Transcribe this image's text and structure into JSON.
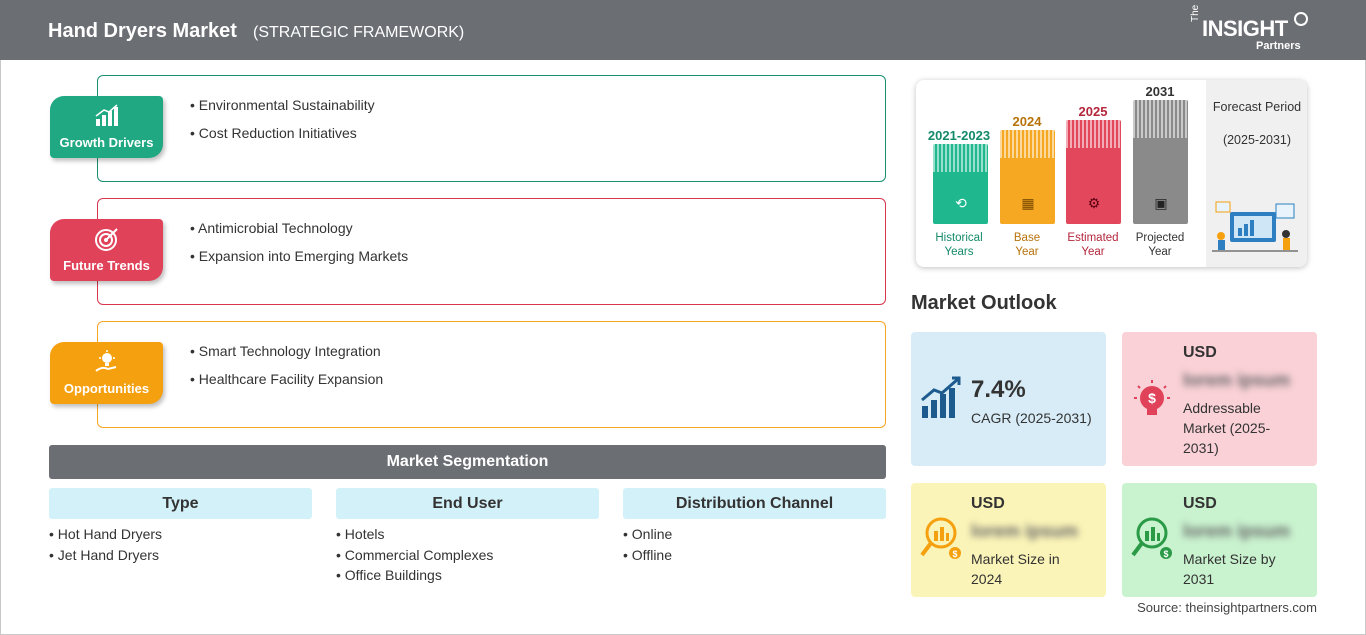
{
  "header": {
    "title": "Hand Dryers Market",
    "subtitle": "(STRATEGIC FRAMEWORK)",
    "logo": {
      "the": "The",
      "insight": "INSIGHT",
      "partners": "Partners"
    }
  },
  "framework": [
    {
      "label": "Growth Drivers",
      "icon": "growth-chart-icon",
      "color": "#1fa882",
      "items": [
        "Environmental Sustainability",
        "Cost Reduction Initiatives"
      ]
    },
    {
      "label": "Future Trends",
      "icon": "target-icon",
      "color": "#e0425a",
      "items": [
        "Antimicrobial Technology",
        "Expansion into Emerging Markets"
      ]
    },
    {
      "label": "Opportunities",
      "icon": "idea-hand-icon",
      "color": "#f5a00f",
      "items": [
        "Smart Technology Integration",
        "Healthcare Facility Expansion"
      ]
    }
  ],
  "segmentation": {
    "title": "Market Segmentation",
    "columns": [
      {
        "head": "Type",
        "items": [
          "Hot Hand Dryers",
          "Jet Hand Dryers"
        ]
      },
      {
        "head": "End User",
        "items": [
          "Hotels",
          "Commercial Complexes",
          "Office Buildings"
        ]
      },
      {
        "head": "Distribution Channel",
        "items": [
          "Online",
          "Offline"
        ]
      }
    ]
  },
  "timeline": {
    "bars": [
      {
        "year": "2021-2023",
        "label1": "Historical",
        "label2": "Years",
        "color": "#1fb88e",
        "yearColor": "#158a6a",
        "icon": "history-icon"
      },
      {
        "year": "2024",
        "label1": "Base",
        "label2": "Year",
        "color": "#f7a823",
        "yearColor": "#b7720a",
        "icon": "calendar-icon"
      },
      {
        "year": "2025",
        "label1": "Estimated",
        "label2": "Year",
        "color": "#e3475c",
        "yearColor": "#b3263b",
        "icon": "estimate-icon"
      },
      {
        "year": "2031",
        "label1": "Projected",
        "label2": "Year",
        "color": "#8a8a8a",
        "yearColor": "#333333",
        "icon": "projection-board-icon"
      }
    ],
    "forecast": {
      "title": "Forecast Period",
      "range": "(2025-2031)"
    }
  },
  "outlook": {
    "title": "Market Outlook",
    "cagr": {
      "value": "7.4%",
      "label": "CAGR (2025-2031)"
    },
    "addressable": {
      "currency": "USD",
      "value": "lorem ipsum",
      "label": "Addressable Market (2025-2031)"
    },
    "size2024": {
      "currency": "USD",
      "value": "lorem ipsum",
      "label": "Market Size in 2024"
    },
    "size2031": {
      "currency": "USD",
      "value": "lorem ipsum",
      "label": "Market Size by 2031"
    }
  },
  "source": "Source: theinsightpartners.com"
}
